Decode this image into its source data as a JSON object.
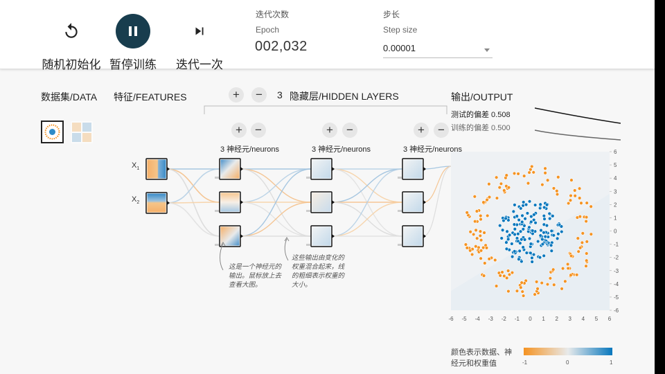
{
  "controls": {
    "reset_label": "随机初始化",
    "pause_label": "暂停训练",
    "step_label": "迭代一次"
  },
  "epoch": {
    "label_cn": "迭代次数",
    "label_en": "Epoch",
    "value": "002,032"
  },
  "step_size": {
    "label_cn": "步长",
    "label_en": "Step size",
    "value": "0.00001"
  },
  "columns": {
    "data_title": "数据集/DATA",
    "features_title": "特征/FEATURES",
    "hidden_count": "3",
    "hidden_title": "隐藏层/HIDDEN LAYERS",
    "output_title": "输出/OUTPUT"
  },
  "layers": [
    {
      "neurons_label": "3 神经元/neurons",
      "neuron_count": 3
    },
    {
      "neurons_label": "3 神经元/neurons",
      "neuron_count": 3
    },
    {
      "neurons_label": "3 神经元/neurons",
      "neuron_count": 3
    }
  ],
  "features": {
    "x1": "X",
    "x1_sub": "1",
    "x2": "X",
    "x2_sub": "2"
  },
  "loss": {
    "test": "测试的偏差 0.508",
    "train": "训练的偏差 0.500"
  },
  "notes": {
    "neuron_note": [
      "这是一个神经元的",
      "输出。鼠标放上去",
      "查看大图。"
    ],
    "weights_note": [
      "这些输出由变化的",
      "权重混合起来，线",
      "的粗细表示权重的",
      "大小。"
    ]
  },
  "legend": {
    "text": [
      "颜色表示数据、神",
      "经元和权重值"
    ],
    "min": "-1",
    "mid": "0",
    "max": "1",
    "colors": {
      "negative": "#f59322",
      "neutral": "#e8eaeb",
      "positive": "#0877bd"
    }
  },
  "output_axis": {
    "x_ticks": [
      "-6",
      "-5",
      "-4",
      "-3",
      "-2",
      "-1",
      "0",
      "1",
      "2",
      "3",
      "4",
      "5",
      "6"
    ],
    "y_ticks": [
      "6",
      "5",
      "4",
      "3",
      "2",
      "1",
      "0",
      "-1",
      "-2",
      "-3",
      "-4",
      "-5",
      "-6"
    ]
  },
  "colors": {
    "accent_dark": "#183d4e",
    "orange": "#f59322",
    "blue": "#0877bd"
  }
}
